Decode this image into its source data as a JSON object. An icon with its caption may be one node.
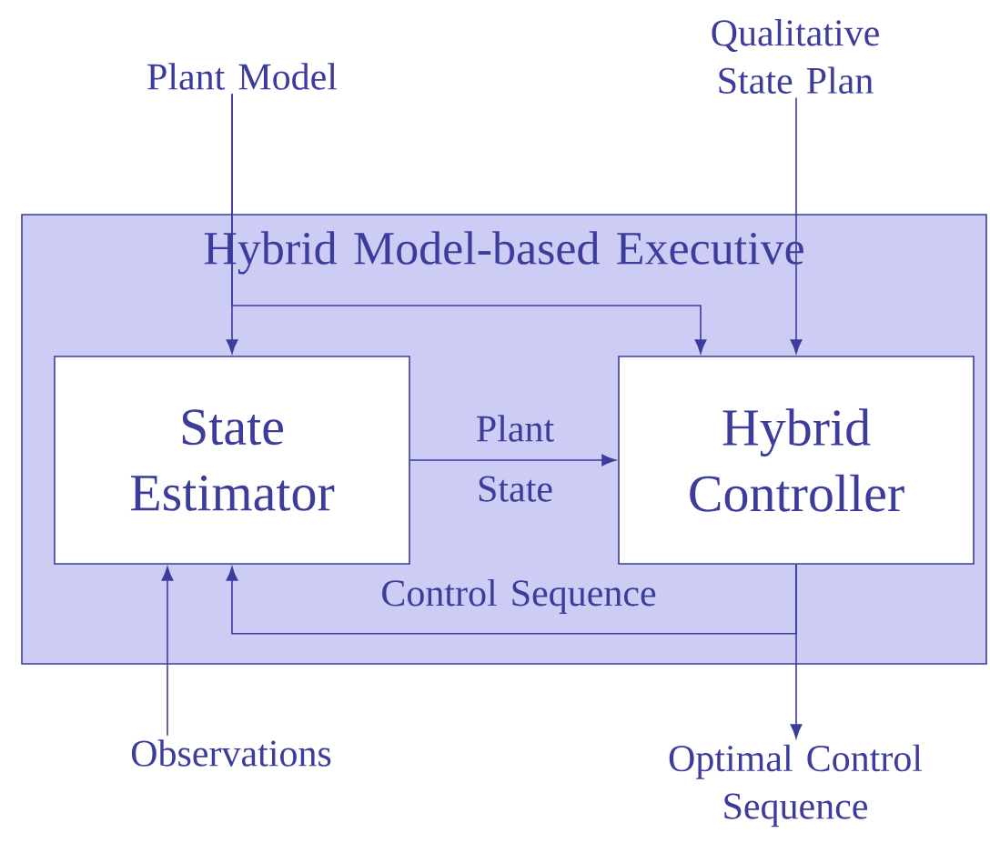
{
  "diagram": {
    "nodes": [
      {
        "text": [
          "Hybrid Model-based Executive"
        ]
      },
      {
        "text": [
          "State Estimator"
        ],
        "in": 0
      },
      {
        "text": [
          "Hybrid Controller"
        ],
        "in": 0
      },
      {
        "text": [
          "Plant Model"
        ]
      },
      {
        "text": [
          "Qualitative State Plan"
        ]
      },
      {
        "text": [
          "Observations"
        ]
      },
      {
        "text": [
          "Optimal Control Sequence"
        ]
      }
    ],
    "edges": [
      {
        "from": 3,
        "to": 1,
        "arrow": "to"
      },
      {
        "from": 3,
        "to": 2,
        "arrow": "to"
      },
      {
        "from": 4,
        "to": 2,
        "arrow": "to"
      },
      {
        "from": 1,
        "to": 2,
        "arrow": "to",
        "label": "Plant State"
      },
      {
        "from": 2,
        "to": 1,
        "arrow": "to",
        "label": "Control Sequence"
      },
      {
        "from": 5,
        "to": 1,
        "arrow": "to"
      },
      {
        "from": 2,
        "to": 6,
        "arrow": "to"
      }
    ]
  }
}
